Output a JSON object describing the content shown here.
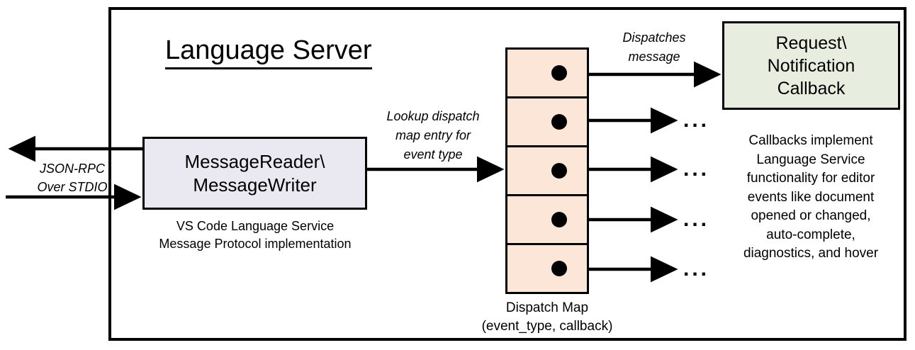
{
  "diagram": {
    "title": "Language Server",
    "frame_color": "#000000",
    "background": "#ffffff"
  },
  "message_component": {
    "line1": "MessageReader\\",
    "line2": "MessageWriter",
    "fill_color": "#eae9f2",
    "caption_line1": "VS Code Language Service",
    "caption_line2": "Message Protocol implementation"
  },
  "external_io": {
    "label_line1": "JSON-RPC",
    "label_line2": "Over STDIO",
    "outbound_direction": "left",
    "inbound_direction": "right"
  },
  "lookup_edge": {
    "line1": "Lookup dispatch",
    "line2": "map entry for",
    "line3": "event type"
  },
  "dispatch_edge": {
    "line1": "Dispatches",
    "line2": "message"
  },
  "dispatch_map": {
    "fill_color": "#fbe6d8",
    "caption_line1": "Dispatch Map",
    "caption_line2": "(event_type, callback)",
    "rows": [
      {
        "index": 1,
        "target": "callback-box",
        "ellipsis": ""
      },
      {
        "index": 2,
        "target": "ellipsis",
        "ellipsis": "..."
      },
      {
        "index": 3,
        "target": "ellipsis",
        "ellipsis": "..."
      },
      {
        "index": 4,
        "target": "ellipsis",
        "ellipsis": "..."
      },
      {
        "index": 5,
        "target": "ellipsis",
        "ellipsis": "..."
      }
    ]
  },
  "callback_component": {
    "line1": "Request\\",
    "line2": "Notification",
    "line3": "Callback",
    "fill_color": "#e8eedf",
    "caption_line1": "Callbacks implement",
    "caption_line2": "Language Service",
    "caption_line3": "functionality for editor",
    "caption_line4": "events like document",
    "caption_line5": "opened or changed,",
    "caption_line6": "auto-complete,",
    "caption_line7": "diagnostics, and hover"
  }
}
